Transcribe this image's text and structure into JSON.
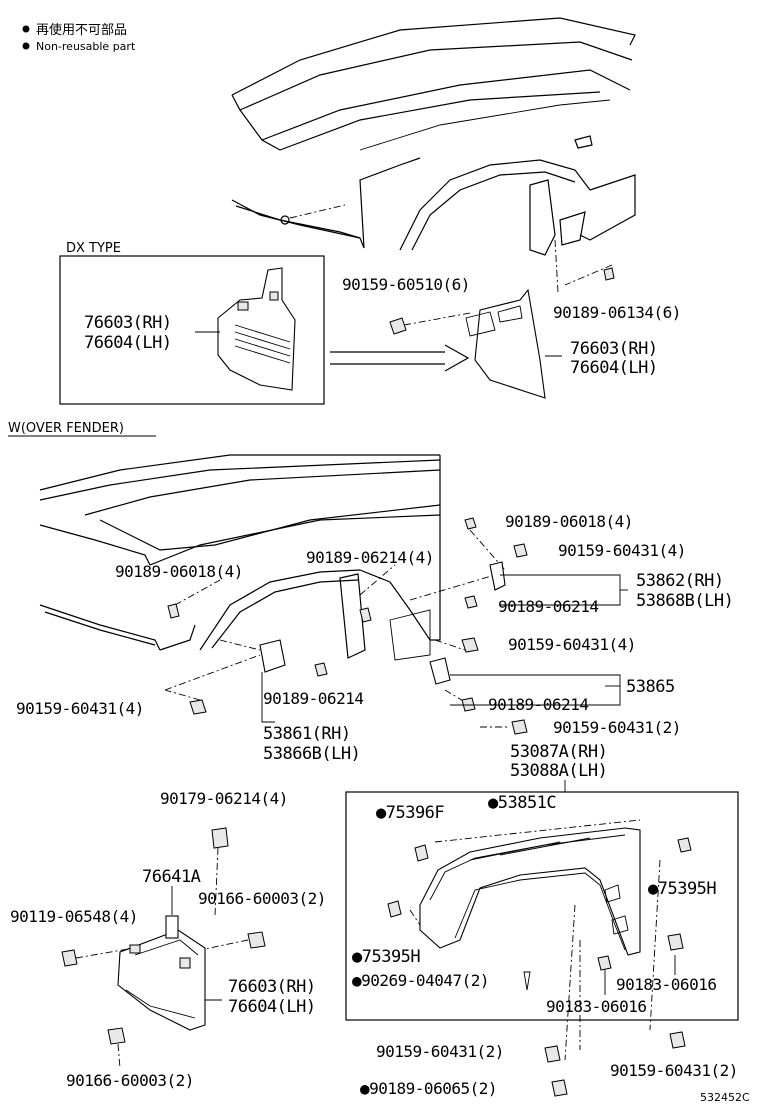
{
  "legend": {
    "jp": "再使用不可部品",
    "en": "Non-reusable part"
  },
  "sections": {
    "dx_type": "DX  TYPE",
    "over_fender": "W(OVER FENDER)"
  },
  "labels": {
    "dx_76603": "76603(RH)",
    "dx_76604": "76604(LH)",
    "p90159_60510": "90159-60510(6)",
    "p90189_06134": "90189-06134(6)",
    "top_76603": "76603(RH)",
    "top_76604": "76604(LH)",
    "p90189_06018_r": "90189-06018(4)",
    "p90159_60431_r": "90159-60431(4)",
    "p90189_06214_mid": "90189-06214(4)",
    "p90189_06018_l": "90189-06018(4)",
    "p53862": "53862(RH)",
    "p53868b": "53868B(LH)",
    "p90189_06214_b": "90189-06214",
    "p90159_60431_c": "90159-60431(4)",
    "p53865": "53865",
    "p90189_06214_c": "90189-06214",
    "p90159_60431_l": "90159-60431(4)",
    "p90189_06214_d": "90189-06214",
    "p53861": "53861(RH)",
    "p53866b": "53866B(LH)",
    "p90159_60431_2a": "90159-60431(2)",
    "p53087a": "53087A(RH)",
    "p53088a": "53088A(LH)",
    "p90179_06214": "90179-06214(4)",
    "p75396f": "●75396F",
    "p53851c": "●53851C",
    "p76641a": "76641A",
    "p90166_60003_a": "90166-60003(2)",
    "p90119_06548": "90119-06548(4)",
    "p75395h_r": "●75395H",
    "p75395h_l": "●75395H",
    "p90269_04047": "●90269-04047(2)",
    "p90183_06016_a": "90183-06016",
    "p90183_06016_b": "90183-06016",
    "low_76603": "76603(RH)",
    "low_76604": "76604(LH)",
    "p90166_60003_b": "90166-60003(2)",
    "p90159_60431_2b": "90159-60431(2)",
    "p90159_60431_2c": "90159-60431(2)",
    "p90189_06065": "●90189-06065(2)",
    "catalog_id": "532452C"
  }
}
